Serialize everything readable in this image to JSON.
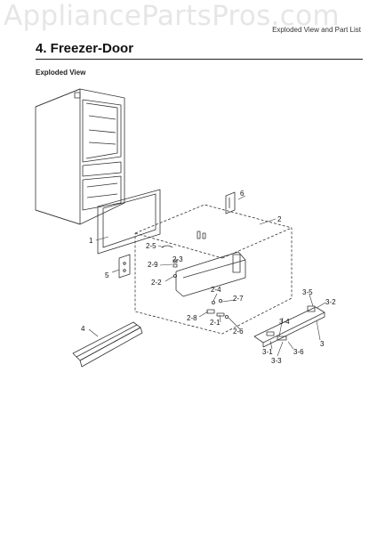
{
  "watermark": "AppliancePartsPros.com",
  "header_tag": "Exploded View and Part List",
  "section_title": "4.  Freezer-Door",
  "sub_title": "Exploded View",
  "part_labels": {
    "p1": "1",
    "p2": "2",
    "p3": "3",
    "p4": "4",
    "p5": "5",
    "p6": "6",
    "p2_1": "2-1",
    "p2_2": "2-2",
    "p2_3": "2-3",
    "p2_4": "2-4",
    "p2_5": "2-5",
    "p2_6": "2-6",
    "p2_7": "2-7",
    "p2_8": "2-8",
    "p2_9": "2-9",
    "p3_1": "3-1",
    "p3_2": "3-2",
    "p3_3": "3-3",
    "p3_4": "3-4",
    "p3_5": "3-5",
    "p3_6": "3-6"
  }
}
